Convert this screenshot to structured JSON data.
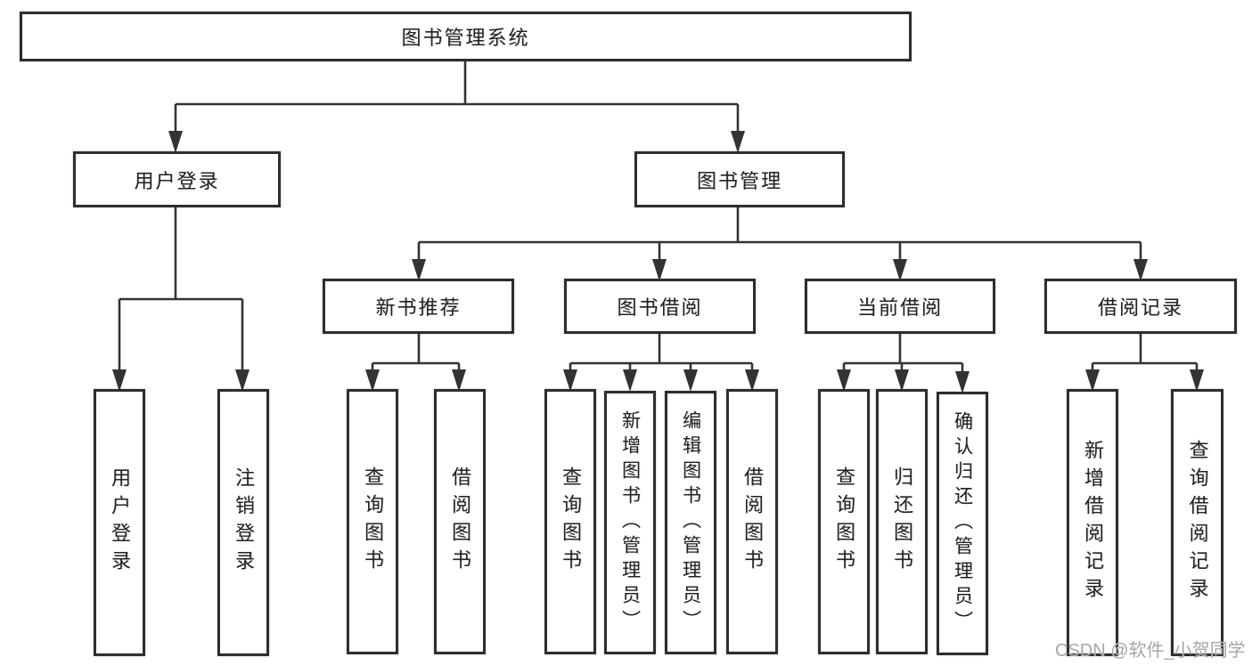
{
  "tree": {
    "label": "图书管理系统",
    "children": [
      {
        "label": "用户登录",
        "children": [
          {
            "label": "用户登录"
          },
          {
            "label": "注销登录"
          }
        ]
      },
      {
        "label": "图书管理",
        "children": [
          {
            "label": "新书推荐",
            "children": [
              {
                "label": "查询图书"
              },
              {
                "label": "借阅图书"
              }
            ]
          },
          {
            "label": "图书借阅",
            "children": [
              {
                "label": "查询图书"
              },
              {
                "label": "新增图书（管理员）"
              },
              {
                "label": "编辑图书（管理员）"
              },
              {
                "label": "借阅图书"
              }
            ]
          },
          {
            "label": "当前借阅",
            "children": [
              {
                "label": "查询图书"
              },
              {
                "label": "归还图书"
              },
              {
                "label": "确认归还（管理员）"
              }
            ]
          },
          {
            "label": "借阅记录",
            "children": [
              {
                "label": "新增借阅记录"
              },
              {
                "label": "查询借阅记录"
              }
            ]
          }
        ]
      }
    ]
  },
  "watermark": "CSDN @软件_小贺同学",
  "colors": {
    "border": "#2e2e2e",
    "line": "#333333",
    "text": "#222222",
    "watermark": "#a6a6a6",
    "background": "#ffffff"
  }
}
